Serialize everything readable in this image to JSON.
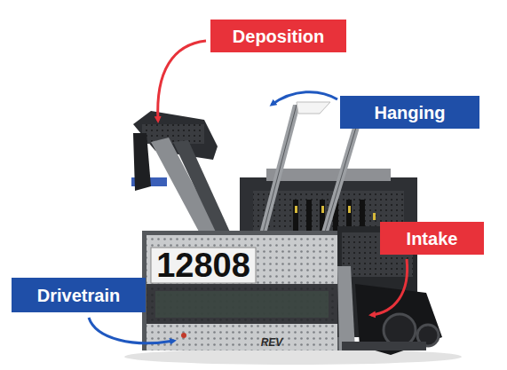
{
  "diagram": {
    "nodes": [
      {
        "text": [
          "Deposition"
        ]
      },
      {
        "text": [
          "Hanging"
        ]
      },
      {
        "text": [
          "Intake"
        ]
      },
      {
        "text": [
          "Drivetrain"
        ]
      }
    ],
    "labels": [
      "12808",
      "REV"
    ]
  }
}
